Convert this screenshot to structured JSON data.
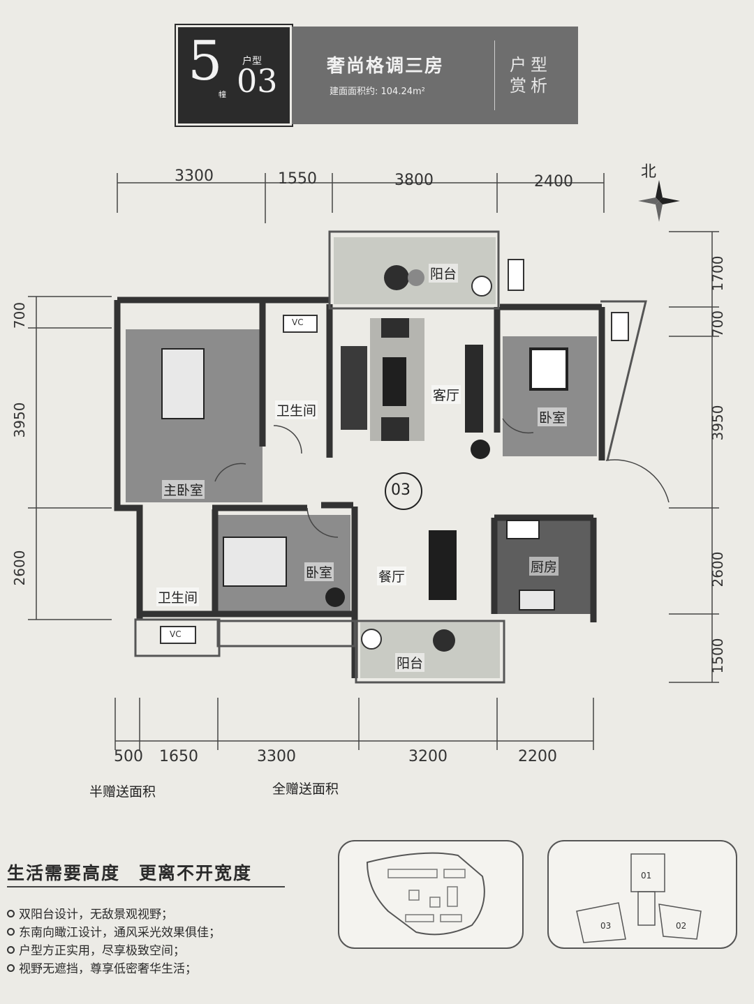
{
  "header": {
    "building_number": "5",
    "building_unit": "幢",
    "type_label": "户型",
    "type_number": "03",
    "title": "奢尚格调三房",
    "area_text": "建面面积约: 104.24m²",
    "side_title_line1": "户型",
    "side_title_line2": "赏析"
  },
  "compass": {
    "label": "北"
  },
  "dimensions": {
    "top": [
      "3300",
      "1550",
      "3800",
      "2400"
    ],
    "bottom": [
      "500",
      "1650",
      "3300",
      "3200",
      "2200"
    ],
    "left": [
      "700",
      "3950",
      "2600"
    ],
    "right": [
      "1700",
      "700",
      "3950",
      "2600",
      "1500"
    ]
  },
  "rooms": {
    "balcony_north": "阳台",
    "living_room": "客厅",
    "bedroom_east": "卧室",
    "bathroom_north": "卫生间",
    "master_bedroom": "主卧室",
    "unit_marker": "03",
    "bedroom_south": "卧室",
    "dining_room": "餐厅",
    "kitchen": "厨房",
    "bathroom_south": "卫生间",
    "balcony_south": "阳台",
    "vc": "VC"
  },
  "area_notes": {
    "half_gift": "半赠送面积",
    "full_gift": "全赠送面积"
  },
  "slogan": "生活需要高度　更离不开宽度",
  "features": [
    "双阳台设计，无敌景观视野；",
    "东南向瞰江设计，通风采光效果俱佳；",
    "户型方正实用，尽享极致空间；",
    "视野无遮挡，尊享低密奢华生活；"
  ],
  "building_plan": {
    "labels": [
      "01",
      "03",
      "02"
    ]
  },
  "colors": {
    "header_dark": "#2b2b2b",
    "header_gray": "#6e6e6e",
    "wall": "#3a3a3a",
    "floor_wood": "#8a8a8a",
    "paper": "#ecebe6"
  }
}
